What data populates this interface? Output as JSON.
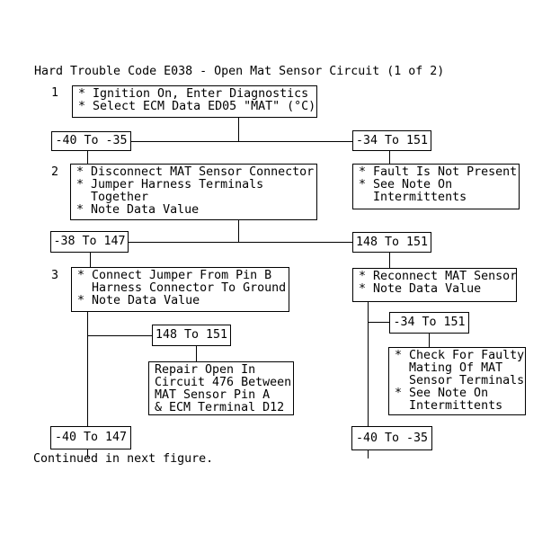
{
  "title": "Hard Trouble Code E038 - Open Mat Sensor Circuit (1 of 2)",
  "footer": "Continued in next figure.",
  "colors": {
    "ink": "#000000",
    "background": "#ffffff"
  },
  "steps": [
    {
      "number": "1",
      "lines": [
        "* Ignition On, Enter Diagnostics",
        "* Select ECM Data ED05 \"MAT\" (°C)"
      ]
    },
    {
      "number": "2",
      "lines": [
        "* Disconnect MAT Sensor Connector",
        "* Jumper Harness Terminals",
        "  Together",
        "* Note Data Value"
      ]
    },
    {
      "number": "3",
      "lines": [
        "* Connect Jumper From Pin B",
        "  Harness Connector To Ground",
        "* Note Data Value"
      ]
    }
  ],
  "result_boxes": {
    "fault_not_present": {
      "lines": [
        "* Fault Is Not Present",
        "* See Note On",
        "  Intermittents"
      ]
    },
    "reconnect_sensor": {
      "lines": [
        "* Reconnect MAT Sensor",
        "* Note Data Value"
      ]
    },
    "repair_open": {
      "lines": [
        "Repair Open In",
        "Circuit 476 Between",
        "MAT Sensor Pin A",
        "& ECM Terminal D12"
      ]
    },
    "check_mating": {
      "lines": [
        "* Check For Faulty",
        "  Mating Of MAT",
        "  Sensor Terminals",
        "* See Note On",
        "  Intermittents"
      ]
    }
  },
  "range_labels": {
    "r1_left": "-40 To -35",
    "r1_right": "-34 To 151",
    "r2_left": "-38 To 147",
    "r2_right": "148 To 151",
    "r3_mid": "148 To 151",
    "r3_right": "-34 To 151",
    "r4_left": "-40 To 147",
    "r4_right": "-40 To -35"
  }
}
